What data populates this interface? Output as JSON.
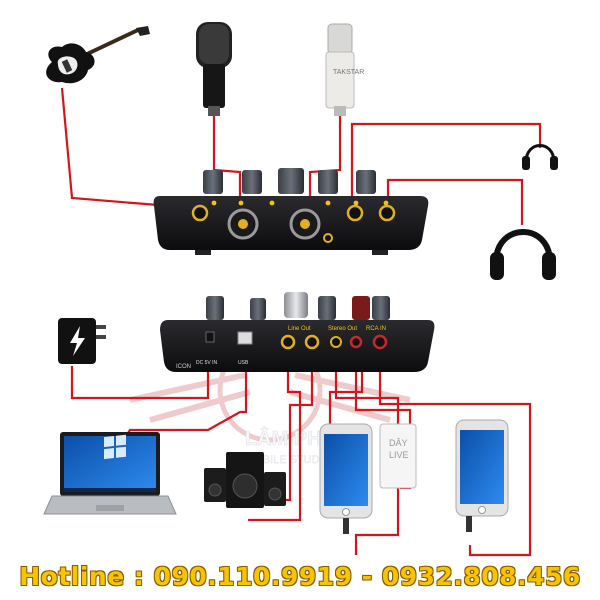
{
  "device_front": {
    "ports": [
      "input-1-jack",
      "input-1-xlr",
      "input-2-xlr",
      "input-2-jack",
      "headphone-out-1",
      "headphone-out-2"
    ]
  },
  "device_back": {
    "labels": {
      "dc_in": "DC 5V IN",
      "usb": "USB",
      "line_out": "Line Out",
      "stereo_out": "Stereo Out",
      "rca_in": "RCA IN",
      "brand": "ICON"
    }
  },
  "phones": {
    "live_label_line1": "DÂY",
    "live_label_line2": "LIVE"
  },
  "watermark": {
    "line1": "LÂM PHÁT",
    "line2": "MOBILE STUDIO"
  },
  "condenser_mic": {
    "brand": "TAKSTAR"
  },
  "hotline": {
    "text": "Hotline : 090.110.9919 - 0932.808.456"
  },
  "colors": {
    "cable": "#d4161c",
    "hotline": "#f6c500",
    "device_body": "#141416",
    "port_gold": "#e0b020"
  }
}
